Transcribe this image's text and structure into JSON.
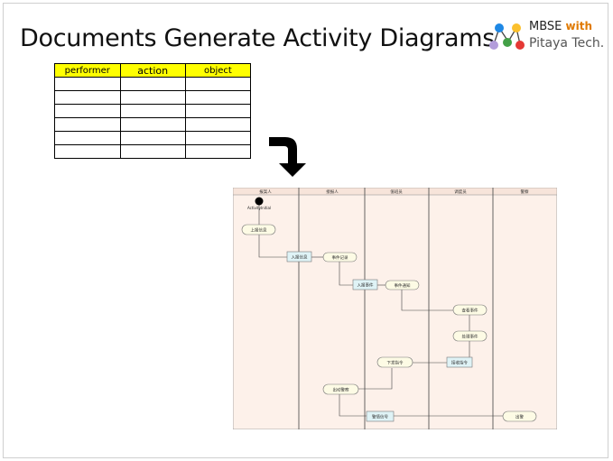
{
  "slide": {
    "title": "Documents Generate Activity Diagrams",
    "logo": {
      "brand": "MBSE",
      "with": "with",
      "company": "Pitaya Tech.",
      "colors": [
        "#1e88e5",
        "#fbc02d",
        "#8e44ad",
        "#43a047",
        "#e53935"
      ]
    }
  },
  "table": {
    "headers": [
      "performer",
      "action",
      "object"
    ],
    "empty_rows": 6,
    "header_color": "#ffff00"
  },
  "transition": {
    "icon": "curved-down-arrow-icon"
  },
  "diagram": {
    "lanes": [
      "报案人",
      "接报人",
      "值班员",
      "调度员",
      "警察"
    ],
    "initial_label": "ActivityInitial",
    "actions": [
      {
        "id": "a1",
        "label": "上报信息"
      },
      {
        "id": "a2",
        "label": "事件记录"
      },
      {
        "id": "a3",
        "label": "事件通知"
      },
      {
        "id": "a4",
        "label": "查看事件"
      },
      {
        "id": "a5",
        "label": "处理事件"
      },
      {
        "id": "a6",
        "label": "下发指令"
      },
      {
        "id": "a7",
        "label": "出动警察"
      },
      {
        "id": "a8",
        "label": "出警"
      }
    ],
    "objects": [
      {
        "id": "o1",
        "label": "入报信息"
      },
      {
        "id": "o2",
        "label": "入报事件"
      },
      {
        "id": "o3",
        "label": "接收指令"
      },
      {
        "id": "o4",
        "label": "警情信号"
      }
    ],
    "colors": {
      "lane_bg": "#fdf1ea",
      "action_fill": "#fdfbe5",
      "object_fill": "#dff3f6"
    }
  }
}
